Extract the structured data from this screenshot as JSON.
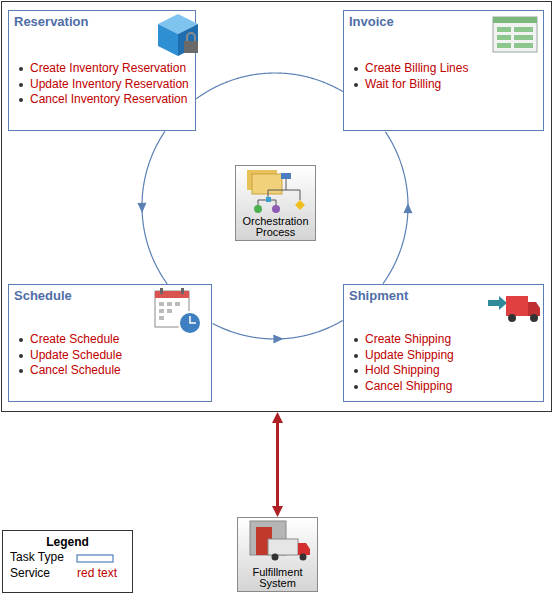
{
  "diagram": {
    "nodes": [
      {
        "text": []
      },
      {
        "text": [
          "Reservation",
          "Create Inventory Reservation",
          "Update Inventory Reservation",
          "Cancel Inventory Reservation"
        ],
        "in": 0
      },
      {
        "text": [
          "Invoice",
          "Create Billing Lines",
          "Wait for Billing"
        ],
        "in": 0
      },
      {
        "text": [
          "Orchestration Process"
        ],
        "in": 0
      },
      {
        "text": [
          "Schedule",
          "Create Schedule",
          "Update Schedule",
          "Cancel Schedule"
        ],
        "in": 0
      },
      {
        "text": [
          "Shipment",
          "Create Shipping",
          "Update Shipping",
          "Hold Shipping",
          "Cancel Shipping"
        ],
        "in": 0
      },
      {
        "text": [
          "Fulfillment System"
        ]
      }
    ],
    "edges": [
      {
        "from": 1,
        "to": 4,
        "arrow": "to"
      },
      {
        "from": 4,
        "to": 5,
        "arrow": "to"
      },
      {
        "from": 5,
        "to": 2,
        "arrow": "to"
      },
      {
        "from": 2,
        "to": 1,
        "arrow": "none"
      },
      {
        "from": 0,
        "to": 6,
        "arrow": "both"
      }
    ],
    "labels": [
      "Legend",
      "red text"
    ],
    "legend": [
      {
        "text": "Task Type"
      },
      {
        "text": "Service",
        "color": "#c00000"
      }
    ]
  }
}
